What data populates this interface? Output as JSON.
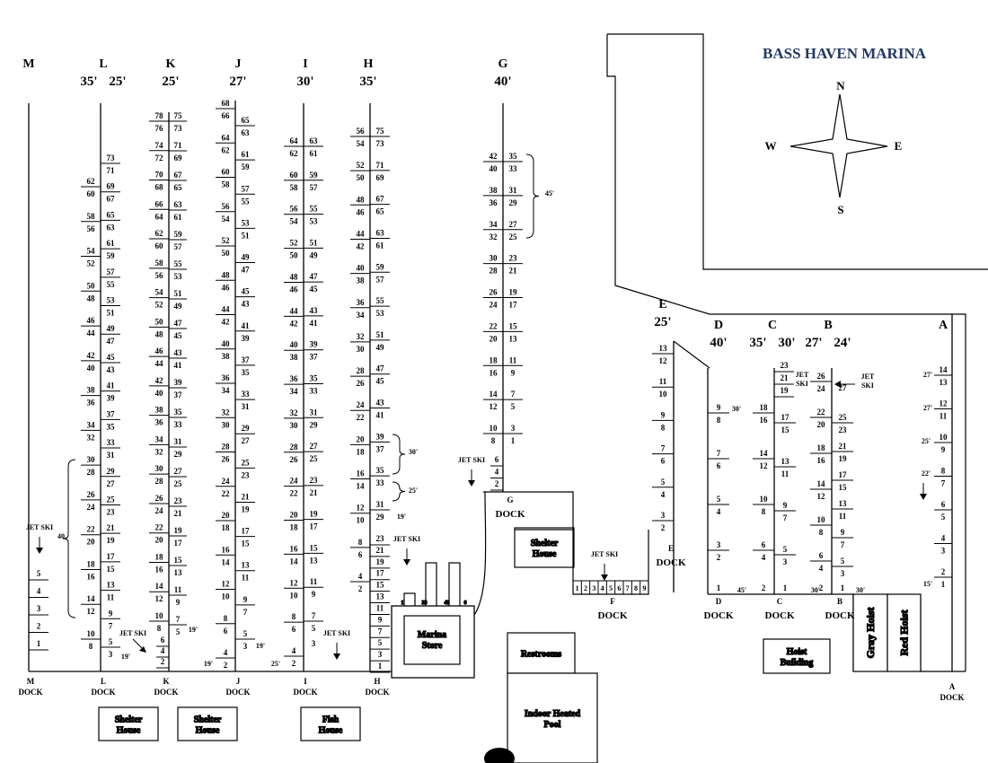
{
  "title": "BASS HAVEN MARINA",
  "compass": {
    "n": "N",
    "s": "S",
    "e": "E",
    "w": "W"
  },
  "dock_word": "DOCK",
  "docks": [
    {
      "id": "M",
      "sizes": [],
      "left": [],
      "right": [],
      "singles": [
        {
          "side": "right",
          "nums": [
            "5",
            "4",
            "3",
            "2",
            "1"
          ]
        }
      ]
    },
    {
      "id": "L",
      "sizes": [
        "35'",
        "25'"
      ],
      "left": [
        [
          "62",
          "60"
        ],
        [
          "58",
          "56"
        ],
        [
          "54",
          "52"
        ],
        [
          "50",
          "48"
        ],
        [
          "46",
          "44"
        ],
        [
          "42",
          "40"
        ],
        [
          "38",
          "36"
        ],
        [
          "34",
          "32"
        ],
        [
          "30",
          "28"
        ],
        [
          "26",
          "24"
        ],
        [
          "22",
          "20"
        ],
        [
          "18",
          "16"
        ],
        [
          "14",
          "12"
        ],
        [
          "10",
          "8"
        ]
      ],
      "right": [
        [
          "73",
          "71"
        ],
        [
          "69",
          "67"
        ],
        [
          "65",
          "63"
        ],
        [
          "61",
          "59"
        ],
        [
          "57",
          "55"
        ],
        [
          "53",
          "51"
        ],
        [
          "49",
          "47"
        ],
        [
          "45",
          "43"
        ],
        [
          "41",
          "39"
        ],
        [
          "37",
          "35"
        ],
        [
          "33",
          "31"
        ],
        [
          "29",
          "27"
        ],
        [
          "25",
          "23"
        ],
        [
          "21",
          "19"
        ],
        [
          "17",
          "15"
        ],
        [
          "13",
          "11"
        ],
        [
          "9",
          "7"
        ],
        [
          "5",
          "3"
        ]
      ],
      "singles": []
    },
    {
      "id": "K",
      "sizes": [
        "25'"
      ],
      "left": [
        [
          "78",
          "76"
        ],
        [
          "74",
          "72"
        ],
        [
          "70",
          "68"
        ],
        [
          "66",
          "64"
        ],
        [
          "62",
          "60"
        ],
        [
          "58",
          "56"
        ],
        [
          "54",
          "52"
        ],
        [
          "50",
          "48"
        ],
        [
          "46",
          "44"
        ],
        [
          "42",
          "40"
        ],
        [
          "38",
          "36"
        ],
        [
          "34",
          "32"
        ],
        [
          "30",
          "28"
        ],
        [
          "26",
          "24"
        ],
        [
          "22",
          "20"
        ],
        [
          "18",
          "16"
        ],
        [
          "14",
          "12"
        ],
        [
          "10",
          "8"
        ]
      ],
      "right": [
        [
          "75",
          "73"
        ],
        [
          "71",
          "69"
        ],
        [
          "67",
          "65"
        ],
        [
          "63",
          "61"
        ],
        [
          "59",
          "57"
        ],
        [
          "55",
          "53"
        ],
        [
          "51",
          "49"
        ],
        [
          "47",
          "45"
        ],
        [
          "43",
          "41"
        ],
        [
          "39",
          "37"
        ],
        [
          "35",
          "33"
        ],
        [
          "31",
          "29"
        ],
        [
          "27",
          "25"
        ],
        [
          "23",
          "21"
        ],
        [
          "19",
          "17"
        ],
        [
          "15",
          "13"
        ],
        [
          "11",
          "9"
        ],
        [
          "7",
          "5"
        ]
      ],
      "singles": [
        {
          "side": "left",
          "nums": [
            "6",
            "4",
            "2"
          ]
        }
      ]
    },
    {
      "id": "J",
      "sizes": [
        "27'"
      ],
      "left": [
        [
          "68",
          "66"
        ],
        [
          "64",
          "62"
        ],
        [
          "60",
          "58"
        ],
        [
          "56",
          "54"
        ],
        [
          "52",
          "50"
        ],
        [
          "48",
          "46"
        ],
        [
          "44",
          "42"
        ],
        [
          "40",
          "38"
        ],
        [
          "36",
          "34"
        ],
        [
          "32",
          "30"
        ],
        [
          "28",
          "26"
        ],
        [
          "24",
          "22"
        ],
        [
          "20",
          "18"
        ],
        [
          "16",
          "14"
        ],
        [
          "12",
          "10"
        ],
        [
          "8",
          "6"
        ],
        [
          "4",
          "2"
        ]
      ],
      "right": [
        [
          "65",
          "63"
        ],
        [
          "61",
          "59"
        ],
        [
          "57",
          "55"
        ],
        [
          "53",
          "51"
        ],
        [
          "49",
          "47"
        ],
        [
          "45",
          "43"
        ],
        [
          "41",
          "39"
        ],
        [
          "37",
          "35"
        ],
        [
          "33",
          "31"
        ],
        [
          "29",
          "27"
        ],
        [
          "25",
          "23"
        ],
        [
          "21",
          "19"
        ],
        [
          "17",
          "15"
        ],
        [
          "13",
          "11"
        ],
        [
          "9",
          "7"
        ],
        [
          "5",
          "3"
        ]
      ],
      "singles": []
    },
    {
      "id": "I",
      "sizes": [
        "30'"
      ],
      "left": [
        [
          "64",
          "62"
        ],
        [
          "60",
          "58"
        ],
        [
          "56",
          "54"
        ],
        [
          "52",
          "50"
        ],
        [
          "48",
          "46"
        ],
        [
          "44",
          "42"
        ],
        [
          "40",
          "38"
        ],
        [
          "36",
          "34"
        ],
        [
          "32",
          "30"
        ],
        [
          "28",
          "26"
        ],
        [
          "24",
          "22"
        ],
        [
          "20",
          "18"
        ],
        [
          "16",
          "14"
        ],
        [
          "12",
          "10"
        ],
        [
          "8",
          "6"
        ],
        [
          "4",
          "2"
        ]
      ],
      "right": [
        [
          "63",
          "61"
        ],
        [
          "59",
          "57"
        ],
        [
          "55",
          "53"
        ],
        [
          "51",
          "49"
        ],
        [
          "47",
          "45"
        ],
        [
          "43",
          "41"
        ],
        [
          "39",
          "37"
        ],
        [
          "35",
          "33"
        ],
        [
          "31",
          "29"
        ],
        [
          "27",
          "25"
        ],
        [
          "23",
          "21"
        ],
        [
          "19",
          "17"
        ],
        [
          "15",
          "13"
        ],
        [
          "11",
          "9"
        ],
        [
          "7",
          "5"
        ]
      ],
      "singles": [
        {
          "side": "right",
          "nums": [
            "3"
          ]
        }
      ]
    },
    {
      "id": "H",
      "sizes": [
        "35'"
      ],
      "left": [
        [
          "56",
          "54"
        ],
        [
          "52",
          "50"
        ],
        [
          "48",
          "46"
        ],
        [
          "44",
          "42"
        ],
        [
          "40",
          "38"
        ],
        [
          "36",
          "34"
        ],
        [
          "32",
          "30"
        ],
        [
          "28",
          "26"
        ],
        [
          "24",
          "22"
        ],
        [
          "20",
          "18"
        ],
        [
          "16",
          "14"
        ],
        [
          "12",
          "10"
        ],
        [
          "8",
          "6"
        ],
        [
          "4",
          "2"
        ]
      ],
      "right": [
        [
          "75",
          "73"
        ],
        [
          "71",
          "69"
        ],
        [
          "67",
          "65"
        ],
        [
          "63",
          "61"
        ],
        [
          "59",
          "57"
        ],
        [
          "55",
          "53"
        ],
        [
          "51",
          "49"
        ],
        [
          "47",
          "45"
        ],
        [
          "43",
          "41"
        ],
        [
          "39",
          "37"
        ],
        [
          "35",
          "33"
        ],
        [
          "31",
          "29"
        ]
      ],
      "singles": [
        {
          "side": "right",
          "nums": [
            "23",
            "21",
            "19",
            "17",
            "15",
            "13",
            "11",
            "9",
            "7",
            "5",
            "3",
            "1"
          ]
        }
      ]
    },
    {
      "id": "G",
      "sizes": [
        "40'"
      ],
      "left": [
        [
          "42",
          "40"
        ],
        [
          "38",
          "36"
        ],
        [
          "34",
          "32"
        ],
        [
          "30",
          "28"
        ],
        [
          "26",
          "24"
        ],
        [
          "22",
          "20"
        ],
        [
          "18",
          "16"
        ],
        [
          "14",
          "12"
        ],
        [
          "10",
          "8"
        ]
      ],
      "right": [
        [
          "35",
          "33"
        ],
        [
          "31",
          "29"
        ],
        [
          "27",
          "25"
        ],
        [
          "23",
          "21"
        ],
        [
          "19",
          "17"
        ],
        [
          "15",
          "13"
        ],
        [
          "11",
          "9"
        ],
        [
          "7",
          "5"
        ],
        [
          "3",
          "1"
        ]
      ],
      "singles": [
        {
          "side": "left",
          "nums": [
            "6",
            "4",
            "2"
          ]
        }
      ]
    },
    {
      "id": "E",
      "sizes": [
        "25'"
      ],
      "left": [
        [
          "13",
          "12"
        ],
        [
          "11",
          "10"
        ],
        [
          "9",
          "8"
        ],
        [
          "7",
          "6"
        ],
        [
          "5",
          "4"
        ],
        [
          "3",
          "2"
        ]
      ],
      "right": [],
      "singles": []
    },
    {
      "id": "F",
      "sizes": [],
      "left": [],
      "right": [],
      "singles": [
        {
          "side": "row",
          "nums": [
            "1",
            "2",
            "3",
            "4",
            "5",
            "6",
            "7",
            "8",
            "9"
          ]
        }
      ]
    },
    {
      "id": "D",
      "sizes": [
        "40'"
      ],
      "left": [],
      "right": [
        [
          "9",
          "8"
        ],
        [
          "7",
          "6"
        ],
        [
          "5",
          "4"
        ],
        [
          "3",
          "2"
        ]
      ],
      "singles": [
        {
          "side": "right",
          "nums": [
            "1"
          ]
        }
      ]
    },
    {
      "id": "C",
      "sizes": [
        "35'",
        "30'"
      ],
      "left": [
        [
          "18",
          "16"
        ],
        [
          "14",
          "12"
        ],
        [
          "10",
          "8"
        ],
        [
          "6",
          "4"
        ]
      ],
      "right": [
        [
          "17",
          "15"
        ],
        [
          "13",
          "11"
        ],
        [
          "9",
          "7"
        ],
        [
          "5",
          "3"
        ]
      ],
      "singles": [
        {
          "side": "left",
          "nums": [
            "2"
          ]
        },
        {
          "side": "right",
          "nums": [
            "1"
          ]
        },
        {
          "side": "right",
          "nums": [
            "23",
            "21",
            "19"
          ]
        }
      ]
    },
    {
      "id": "B",
      "sizes": [
        "27'",
        "24'"
      ],
      "left": [
        [
          "26",
          "24"
        ],
        [
          "22",
          "20"
        ],
        [
          "18",
          "16"
        ],
        [
          "14",
          "12"
        ],
        [
          "10",
          "8"
        ],
        [
          "6",
          "4"
        ]
      ],
      "right": [
        [
          "25",
          "23"
        ],
        [
          "21",
          "19"
        ],
        [
          "17",
          "15"
        ],
        [
          "13",
          "11"
        ],
        [
          "9",
          "7"
        ],
        [
          "5",
          "3"
        ]
      ],
      "singles": [
        {
          "side": "left",
          "nums": [
            "2"
          ]
        },
        {
          "side": "right",
          "nums": [
            "1"
          ]
        },
        {
          "side": "right",
          "nums": [
            "27"
          ]
        }
      ]
    },
    {
      "id": "A",
      "sizes": [],
      "left": [
        [
          "14",
          "13"
        ],
        [
          "12",
          "11"
        ],
        [
          "10",
          "9"
        ],
        [
          "8",
          "7"
        ],
        [
          "6",
          "5"
        ],
        [
          "4",
          "3"
        ],
        [
          "2",
          "1"
        ]
      ],
      "right": [],
      "singles": []
    }
  ],
  "notes": [
    "JET SKI",
    "40",
    "19'",
    "JET SKI",
    "19'",
    "19'",
    "19'",
    "25'",
    "JET SKI",
    "30'",
    "25'",
    "19'",
    "JET SKI",
    "45'",
    "JET SKI",
    "JET SKI",
    "30'",
    "45'",
    "JET SKI",
    "30'",
    "30'",
    "JET SKI",
    "27'",
    "27'",
    "25'",
    "22'",
    "15'"
  ],
  "marina_store": {
    "name": "Marina Store",
    "slips": [
      "1",
      "2",
      "3",
      "4",
      "5",
      "6"
    ]
  },
  "buildings": {
    "shelter_house_1": "Shelter House",
    "shelter_house_2": "Shelter House",
    "fish_house": "Fish House",
    "shelter_house_g": "Shelter House",
    "restrooms": "Restrooms",
    "pool": "Indoor Heated Pool",
    "hoist_building": "Hoist Building",
    "gray_hoist": "Gray Hoist",
    "red_hoist": "Red Hoist"
  }
}
